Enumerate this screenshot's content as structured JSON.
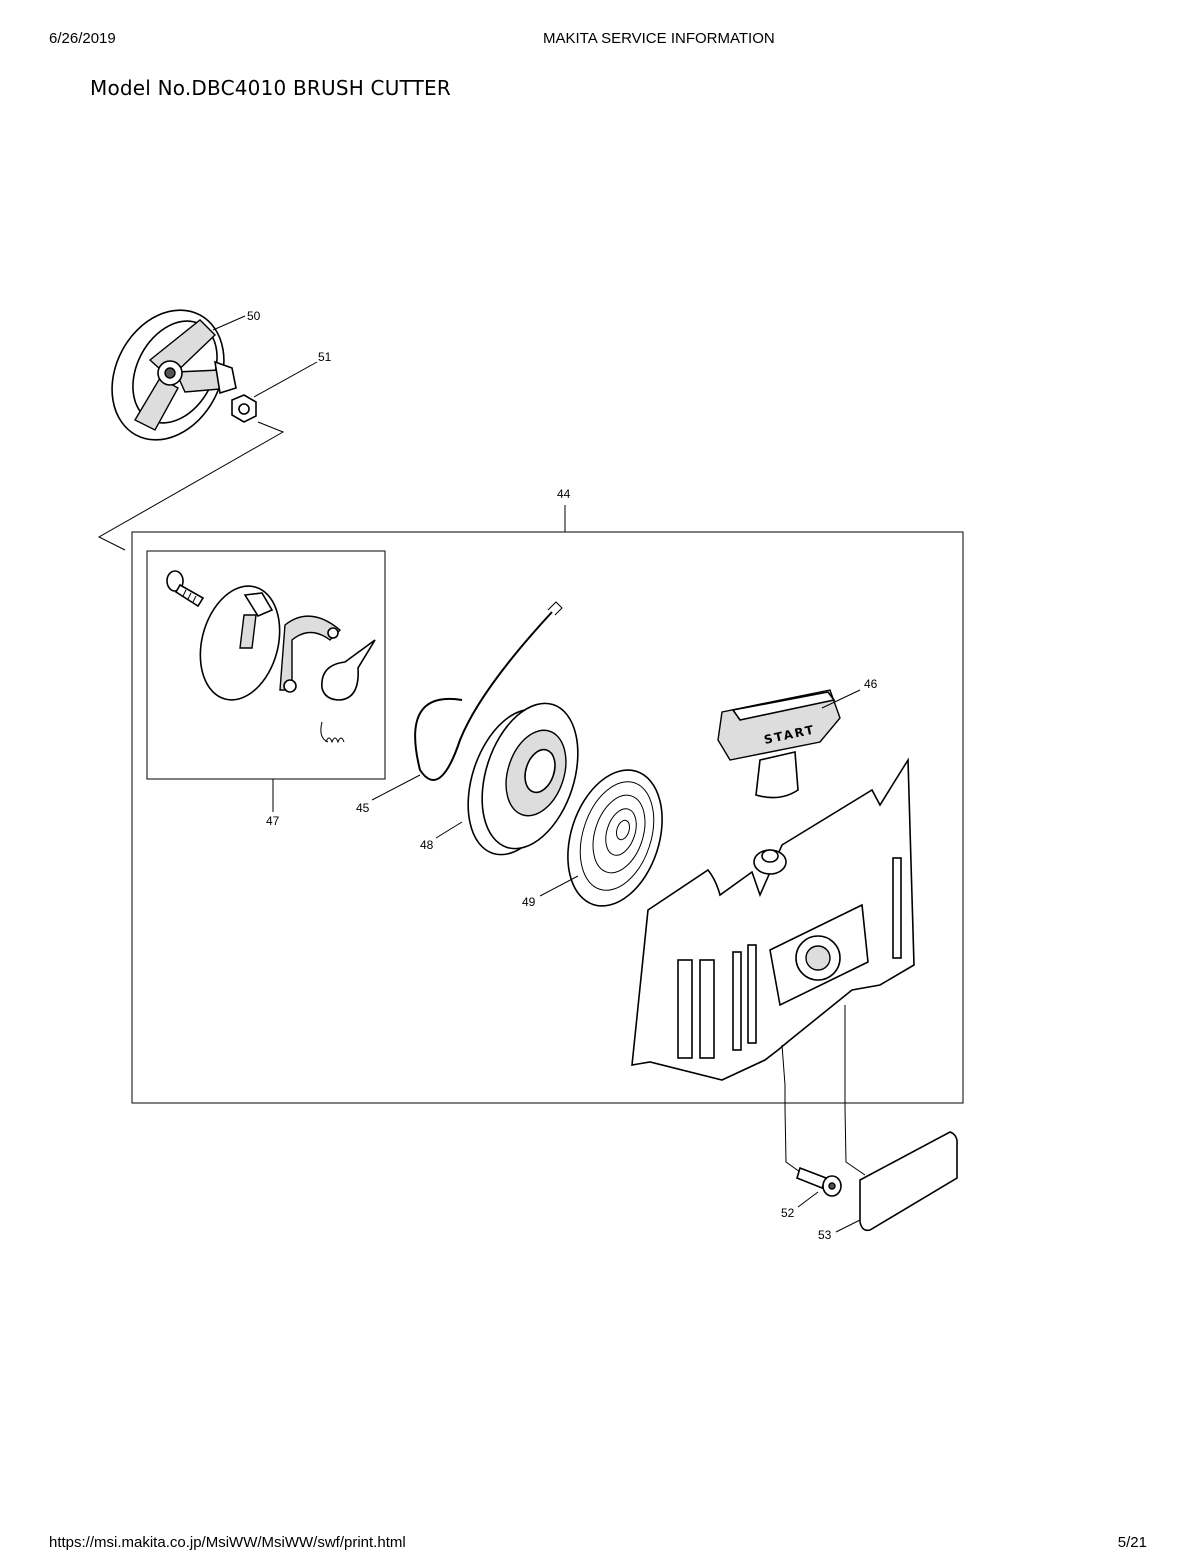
{
  "header": {
    "date": "6/26/2019",
    "title": "MAKITA SERVICE INFORMATION"
  },
  "model_title": "Model No.DBC4010 BRUSH CUTTER",
  "parts": {
    "p44": "44",
    "p45": "45",
    "p46": "46",
    "p47": "47",
    "p48": "48",
    "p49": "49",
    "p50": "50",
    "p51": "51",
    "p52": "52",
    "p53": "53"
  },
  "handle_text": "START",
  "footer": {
    "url": "https://msi.makita.co.jp/MsiWW/MsiWW/swf/print.html",
    "page": "5/21"
  }
}
